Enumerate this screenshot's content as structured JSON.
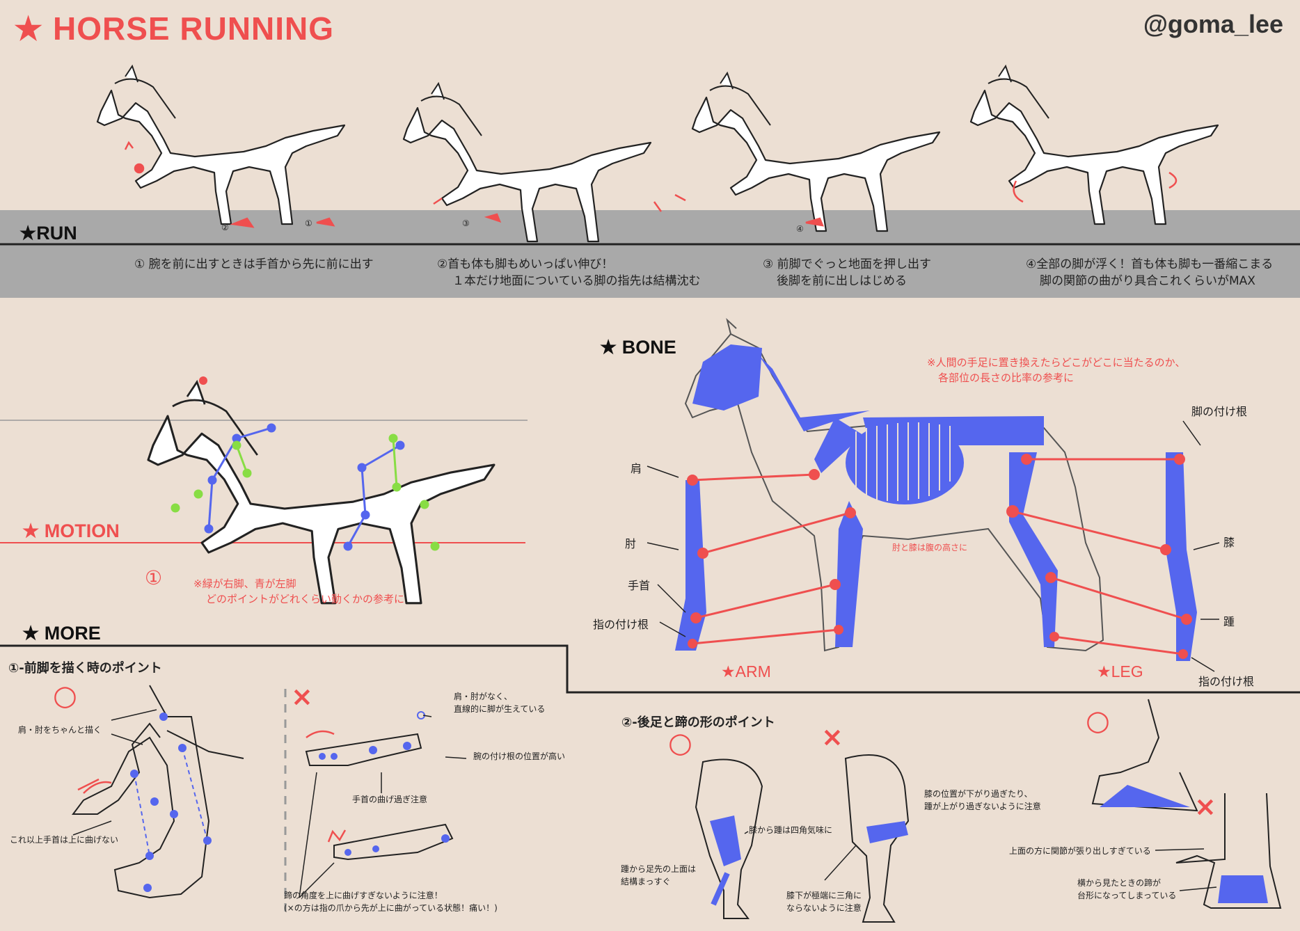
{
  "header": {
    "title": "HORSE RUNNING",
    "handle": "@goma_lee"
  },
  "sections": {
    "run": "RUN",
    "motion": "MOTION",
    "more": "MORE",
    "bone": "BONE"
  },
  "run_captions": [
    {
      "line1": "① 腕を前に出すときは手首から先に前に出す",
      "line2": ""
    },
    {
      "line1": "②首も体も脚もめいっぱい伸び！",
      "line2": "１本だけ地面についている脚の指先は結構沈む"
    },
    {
      "line1": "③ 前脚でぐっと地面を押し出す",
      "line2": "後脚を前に出しはじめる"
    },
    {
      "line1": "④全部の脚が浮く！首も体も脚も一番縮こまる",
      "line2": "脚の関節の曲がり具合これくらいがMAX"
    }
  ],
  "run_markers": [
    "②",
    "①",
    "③",
    "④"
  ],
  "motion": {
    "marker": "①",
    "note1": "※緑が右脚、青が左脚",
    "note2": "どのポイントがどれくらい動くかの参考に"
  },
  "bone": {
    "note1": "※人間の手足に置き換えたらどこがどこに当たるのか、",
    "note2": "各部位の長さの比率の参考に",
    "elbow_note": "肘と膝は腹の高さに",
    "arm_labels": [
      "肩",
      "肘",
      "手首",
      "指の付け根"
    ],
    "leg_labels": [
      "脚の付け根",
      "膝",
      "踵",
      "指の付け根"
    ],
    "arm_title": "★ARM",
    "leg_title": "★LEG"
  },
  "more1": {
    "title": "①-前脚を描く時のポイント",
    "good_mark": "○",
    "bad_mark": "×",
    "good_note1": "肩・肘をちゃんと描く",
    "good_note2": "これ以上手首は上に曲げない",
    "bad_note1a": "肩・肘がなく、",
    "bad_note1b": "直線的に脚が生えている",
    "bad_note2": "腕の付け根の位置が高い",
    "bad_note3": "手首の曲げ過ぎ注意",
    "bottom_note1": "蹄の角度を上に曲げすぎないように注意！",
    "bottom_note2": "(×の方は指の爪から先が上に曲がっている状態！痛い！)"
  },
  "more2": {
    "title": "②-後足と蹄の形のポイント",
    "good_mark": "○",
    "bad_mark": "×",
    "note_square": "膝から踵は四角気味に",
    "note_heel1": "踵から足先の上面は",
    "note_heel2": "結構まっすぐ",
    "note_knee1": "膝の位置が下がり過ぎたり、",
    "note_knee2": "踵が上がり過ぎないように注意",
    "note_tri1": "膝下が極端に三角に",
    "note_tri2": "ならないように注意",
    "note_joint": "上面の方に関節が張り出しすぎている",
    "note_trap1": "横から見たときの蹄が",
    "note_trap2": "台形になってしまっている"
  },
  "colors": {
    "accent": "#ef4f4f",
    "bone": "#5566ee",
    "right_leg": "#88dd44",
    "band": "#a9a9a9",
    "background": "#ecdfd3"
  }
}
